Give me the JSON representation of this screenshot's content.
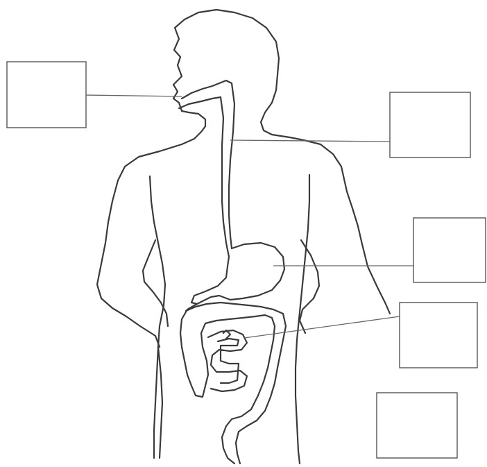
{
  "diagram": {
    "type": "digestive-system-worksheet",
    "colors": {
      "background": "#ffffff",
      "outline": "#3a3a3a",
      "box_border": "#555555",
      "leader_line": "#666666"
    },
    "label_boxes": [
      {
        "id": "mouth",
        "text": ""
      },
      {
        "id": "esophagus",
        "text": ""
      },
      {
        "id": "stomach",
        "text": ""
      },
      {
        "id": "small-intestine",
        "text": ""
      },
      {
        "id": "large-intestine",
        "text": ""
      }
    ]
  }
}
